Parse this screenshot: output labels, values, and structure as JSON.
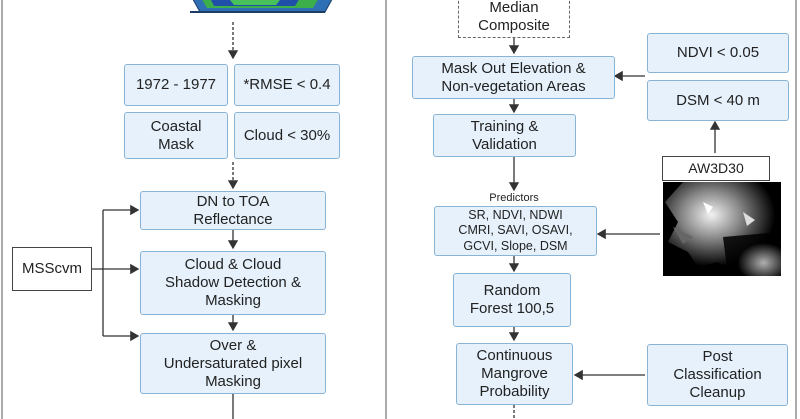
{
  "left": {
    "filter_tl": "1972 - 1977",
    "filter_tr": "*RMSE < 0.4",
    "filter_bl": "Coastal\nMask",
    "filter_br": "Cloud < 30%",
    "step1": "DN to TOA\nReflectance",
    "step2": "Cloud & Cloud\nShadow Detection &\nMasking",
    "step3": "Over &\nUndersaturated pixel\nMasking",
    "side_label": "MSScvm"
  },
  "right": {
    "composite": "Median\nComposite",
    "mask": "Mask Out Elevation &\nNon-vegetation Areas",
    "ndvi": "NDVI < 0.05",
    "dsm": "DSM < 40 m",
    "aw3d30": "AW3D30",
    "training": "Training &\nValidation",
    "predictors_label": "Predictors",
    "predictors": "SR, NDVI, NDWI\nCMRI, SAVI, OSAVI,\nGCVI, Slope, DSM",
    "rf": "Random\nForest 100,5",
    "probability": "Continuous\nMangrove\nProbability",
    "post": "Post\nClassification\nCleanup"
  },
  "colors": {
    "box_fill": "#e6f1fb",
    "box_border": "#8ab4d6",
    "arrow": "#333333"
  }
}
